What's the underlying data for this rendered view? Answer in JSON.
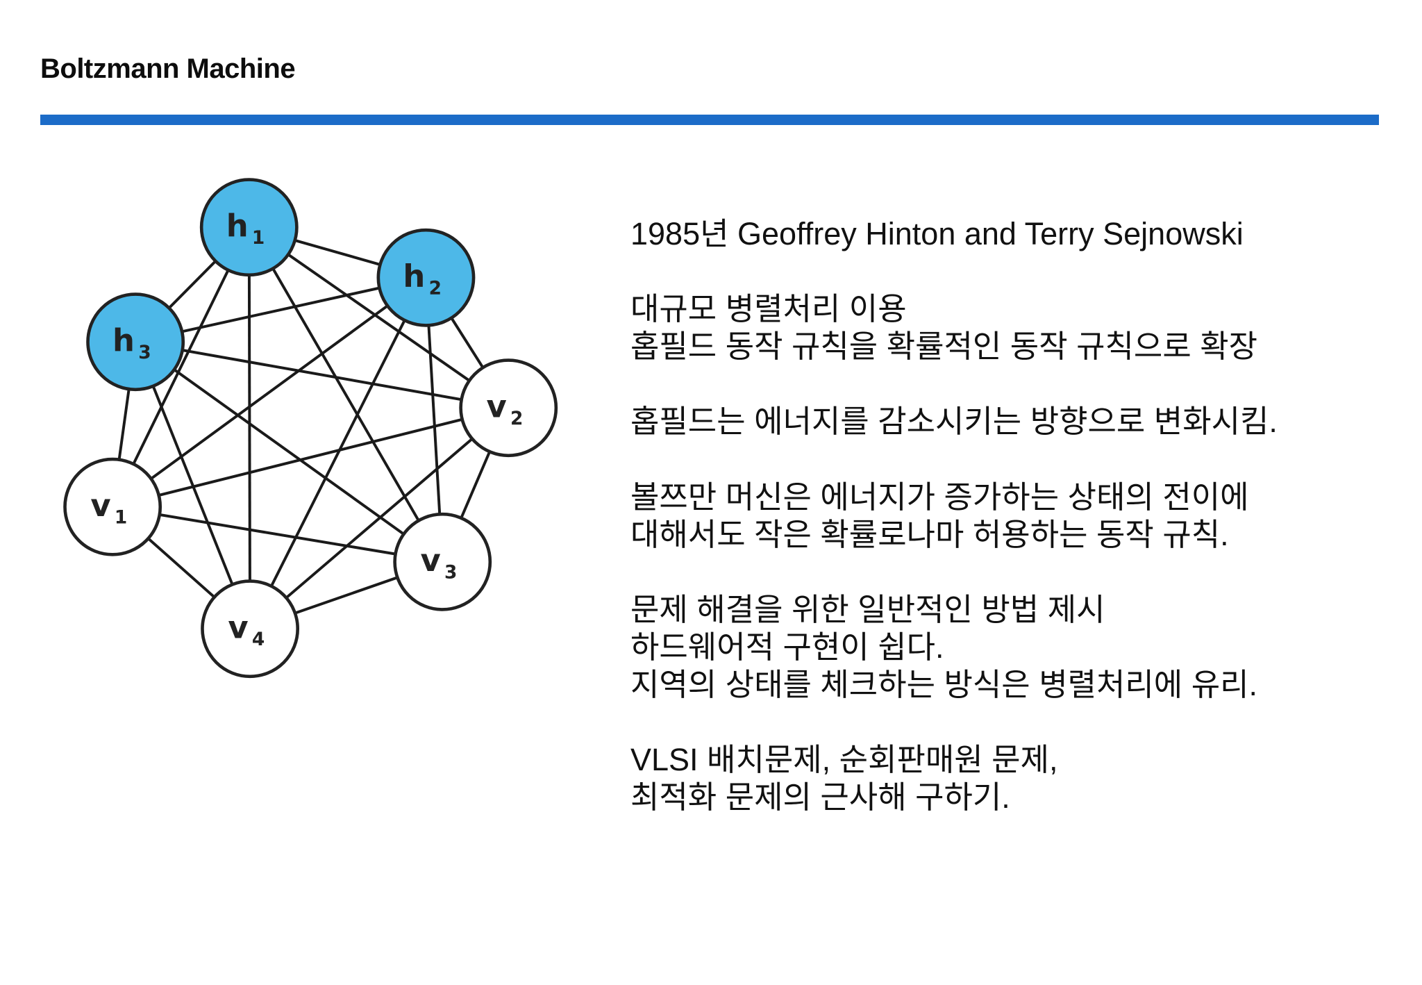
{
  "slide": {
    "title": "Boltzmann Machine"
  },
  "colors": {
    "divider": "#1c6cc8",
    "hidden_node": "#4db8e8",
    "visible_node": "#ffffff",
    "node_stroke": "#222222",
    "edge": "#1a1a1a",
    "label": "#222222"
  },
  "diagram": {
    "nodes": [
      {
        "id": "h1",
        "label": "h",
        "sub": "1",
        "type": "hidden"
      },
      {
        "id": "h2",
        "label": "h",
        "sub": "2",
        "type": "hidden"
      },
      {
        "id": "h3",
        "label": "h",
        "sub": "3",
        "type": "hidden"
      },
      {
        "id": "v1",
        "label": "v",
        "sub": "1",
        "type": "visible"
      },
      {
        "id": "v2",
        "label": "v",
        "sub": "2",
        "type": "visible"
      },
      {
        "id": "v3",
        "label": "v",
        "sub": "3",
        "type": "visible"
      },
      {
        "id": "v4",
        "label": "v",
        "sub": "4",
        "type": "visible"
      }
    ],
    "edges": [
      [
        "h1",
        "h2"
      ],
      [
        "h1",
        "h3"
      ],
      [
        "h1",
        "v1"
      ],
      [
        "h1",
        "v2"
      ],
      [
        "h1",
        "v3"
      ],
      [
        "h1",
        "v4"
      ],
      [
        "h2",
        "h3"
      ],
      [
        "h2",
        "v1"
      ],
      [
        "h2",
        "v2"
      ],
      [
        "h2",
        "v3"
      ],
      [
        "h2",
        "v4"
      ],
      [
        "h3",
        "v1"
      ],
      [
        "h3",
        "v2"
      ],
      [
        "h3",
        "v3"
      ],
      [
        "h3",
        "v4"
      ],
      [
        "v1",
        "v2"
      ],
      [
        "v1",
        "v3"
      ],
      [
        "v1",
        "v4"
      ],
      [
        "v2",
        "v3"
      ],
      [
        "v2",
        "v4"
      ],
      [
        "v3",
        "v4"
      ]
    ]
  },
  "text": {
    "paragraphs": [
      [
        "1985년 Geoffrey Hinton and Terry Sejnowski"
      ],
      [
        "대규모 병렬처리 이용",
        "홉필드 동작 규칙을 확률적인 동작 규칙으로 확장"
      ],
      [
        "홉필드는 에너지를 감소시키는 방향으로 변화시킴."
      ],
      [
        "볼쯔만 머신은 에너지가 증가하는 상태의 전이에",
        "대해서도 작은 확률로나마 허용하는 동작 규칙."
      ],
      [
        "문제 해결을 위한 일반적인 방법 제시",
        "하드웨어적 구현이 쉽다.",
        "지역의 상태를 체크하는 방식은 병렬처리에 유리."
      ],
      [
        "VLSI 배치문제, 순회판매원 문제,",
        "최적화 문제의 근사해 구하기."
      ]
    ]
  }
}
